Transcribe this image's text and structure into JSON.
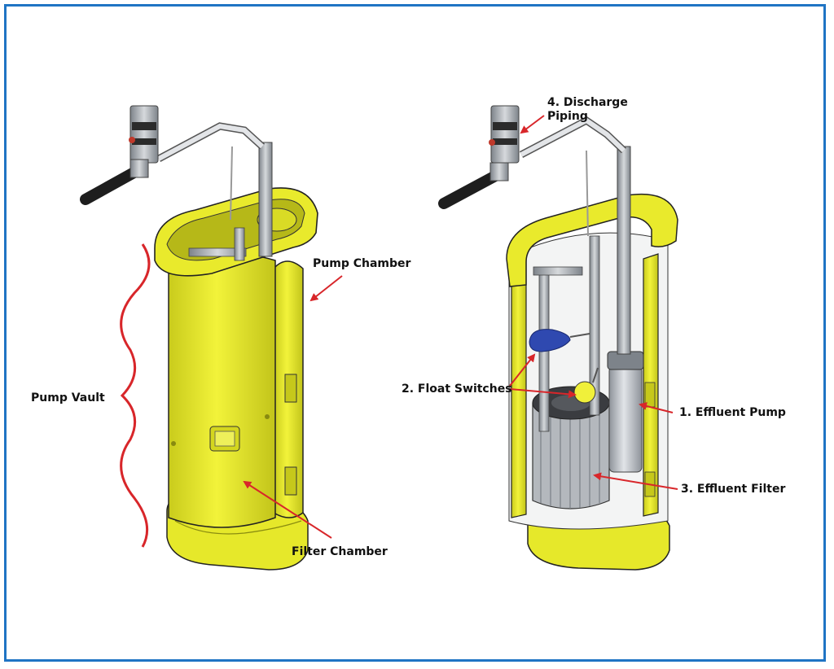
{
  "labels": {
    "pump_vault": "Pump Vault",
    "pump_chamber": "Pump Chamber",
    "filter_chamber": "Filter Chamber",
    "discharge_line1": "4. Discharge",
    "discharge_line2": "Piping",
    "float_switches": "2. Float Switches",
    "effluent_pump": "1. Effluent Pump",
    "effluent_filter": "3. Effluent Filter"
  },
  "colors": {
    "border": "#1f74c4",
    "vault_yellow": "#e9ea2c",
    "vault_shadow": "#b8ba17",
    "arrow_red": "#d8262a",
    "pipe_gray": "#9aa0a6",
    "float_blue": "#2f49b0"
  }
}
